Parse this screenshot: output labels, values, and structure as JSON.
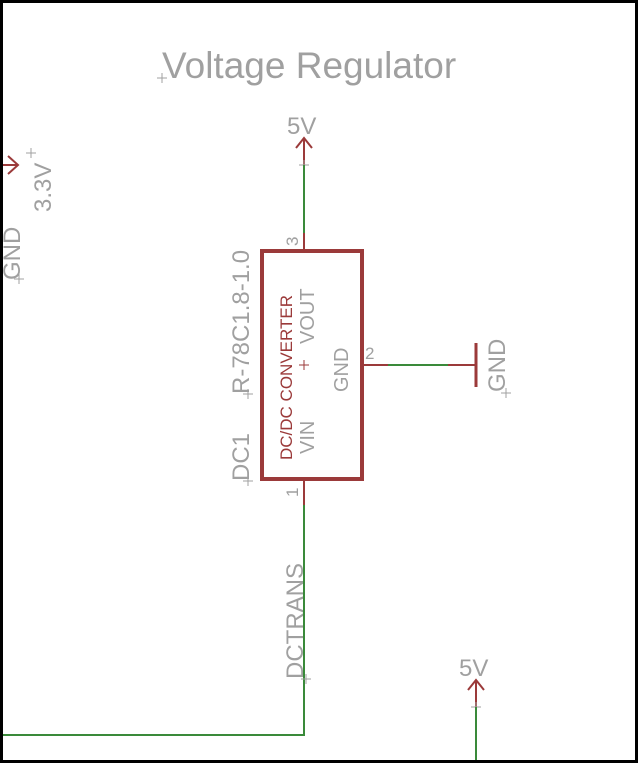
{
  "title": "Voltage Regulator",
  "colors": {
    "background": "#ffffff",
    "frame": "#000000",
    "wire": "#3a8a3a",
    "symbol": "#9b3a3a",
    "label_gray": "#a0a0a0",
    "origin_marker": "#a0a0a0"
  },
  "supply_top": {
    "label": "5V"
  },
  "supply_left": {
    "label": "3.3V"
  },
  "supply_bottom": {
    "label": "5V"
  },
  "ground_left": {
    "label": "GND"
  },
  "ground_right": {
    "label": "GND"
  },
  "component": {
    "name": "DC1",
    "value": "R-78C1.8-1.0",
    "description": "DC/DC CONVERTER",
    "pins": {
      "vin": {
        "label": "VIN",
        "number": "1"
      },
      "vout": {
        "label": "VOUT",
        "number": "3"
      },
      "gnd": {
        "label": "GND",
        "number": "2"
      }
    }
  },
  "net": {
    "label": "DCTRANS"
  }
}
